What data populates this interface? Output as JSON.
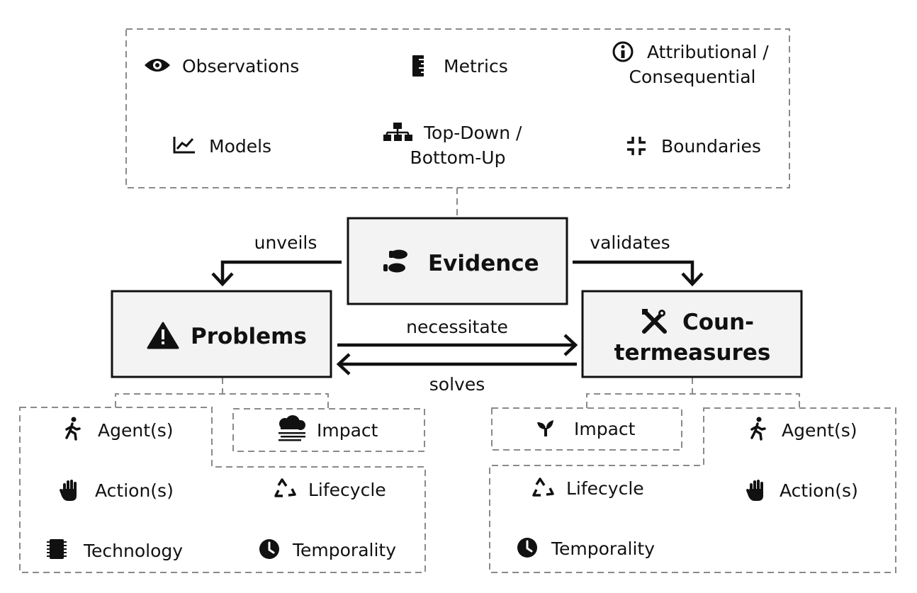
{
  "evidence": {
    "title": "Evidence",
    "icon": "footprints-icon",
    "items": [
      {
        "label": "Observations",
        "icon": "eye-icon"
      },
      {
        "label": "Metrics",
        "icon": "ruler-icon"
      },
      {
        "label_line1": "Attributional /",
        "label_line2": "Consequential",
        "icon": "info-icon"
      },
      {
        "label": "Models",
        "icon": "line-chart-icon"
      },
      {
        "label_line1": "Top-Down /",
        "label_line2": "Bottom-Up",
        "icon": "sitemap-icon"
      },
      {
        "label": "Boundaries",
        "icon": "compress-icon"
      }
    ]
  },
  "problems": {
    "title": "Problems",
    "icon": "warning-icon",
    "impact": {
      "label": "Impact",
      "icon": "smog-icon"
    },
    "items": [
      {
        "label": "Agent(s)",
        "icon": "walking-person-icon"
      },
      {
        "label": "Action(s)",
        "icon": "hand-icon"
      },
      {
        "label": "Lifecycle",
        "icon": "recycle-icon"
      },
      {
        "label": "Technology",
        "icon": "microchip-icon"
      },
      {
        "label": "Temporality",
        "icon": "clock-icon"
      }
    ]
  },
  "countermeasures": {
    "title_line1": "Coun-",
    "title_line2": "termeasures",
    "icon": "tools-icon",
    "impact": {
      "label": "Impact",
      "icon": "seedling-icon"
    },
    "items": [
      {
        "label": "Agent(s)",
        "icon": "walking-person-icon"
      },
      {
        "label": "Lifecycle",
        "icon": "recycle-icon"
      },
      {
        "label": "Action(s)",
        "icon": "hand-icon"
      },
      {
        "label": "Temporality",
        "icon": "clock-icon"
      }
    ]
  },
  "relations": {
    "unveils": "unveils",
    "validates": "validates",
    "necessitate": "necessitate",
    "solves": "solves"
  }
}
